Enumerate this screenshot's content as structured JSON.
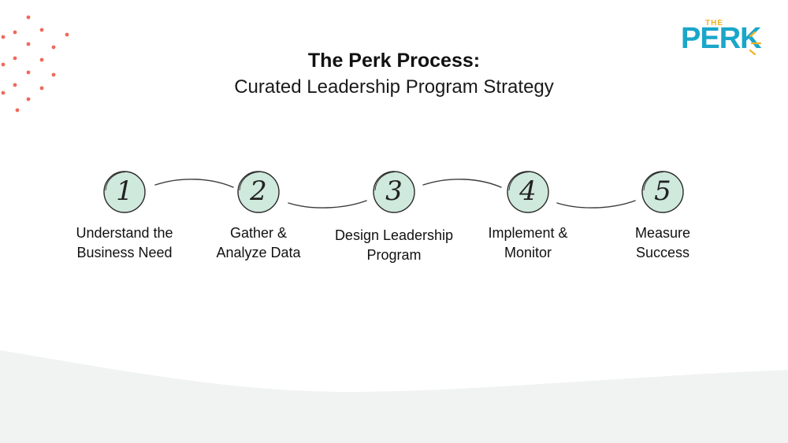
{
  "header": {
    "title": "The Perk Process:",
    "subtitle": "Curated Leadership Program Strategy"
  },
  "logo": {
    "small_text": "THE",
    "brand_text": "PERK",
    "colors": {
      "small": "#f4b223",
      "brand": "#1aa6c9",
      "rays": "#f4b223"
    }
  },
  "steps": [
    {
      "number": "1",
      "label_lines": [
        "Understand the",
        "Business Need"
      ]
    },
    {
      "number": "2",
      "label_lines": [
        "Gather &",
        "Analyze Data"
      ]
    },
    {
      "number": "3",
      "label_lines": [
        "Design Leadership",
        "Program"
      ]
    },
    {
      "number": "4",
      "label_lines": [
        "Implement &",
        "Monitor"
      ]
    },
    {
      "number": "5",
      "label_lines": [
        "Measure",
        "Success"
      ]
    }
  ],
  "colors": {
    "circle_fill": "#cfe9dc",
    "circle_stroke": "#2a2a2a",
    "connector": "#3a3a3a",
    "dots": "#ef6a5a",
    "wave": "#f1f3f3"
  },
  "decorations": [
    "red-dot-pattern",
    "sun-rays-icon",
    "background-wave"
  ]
}
